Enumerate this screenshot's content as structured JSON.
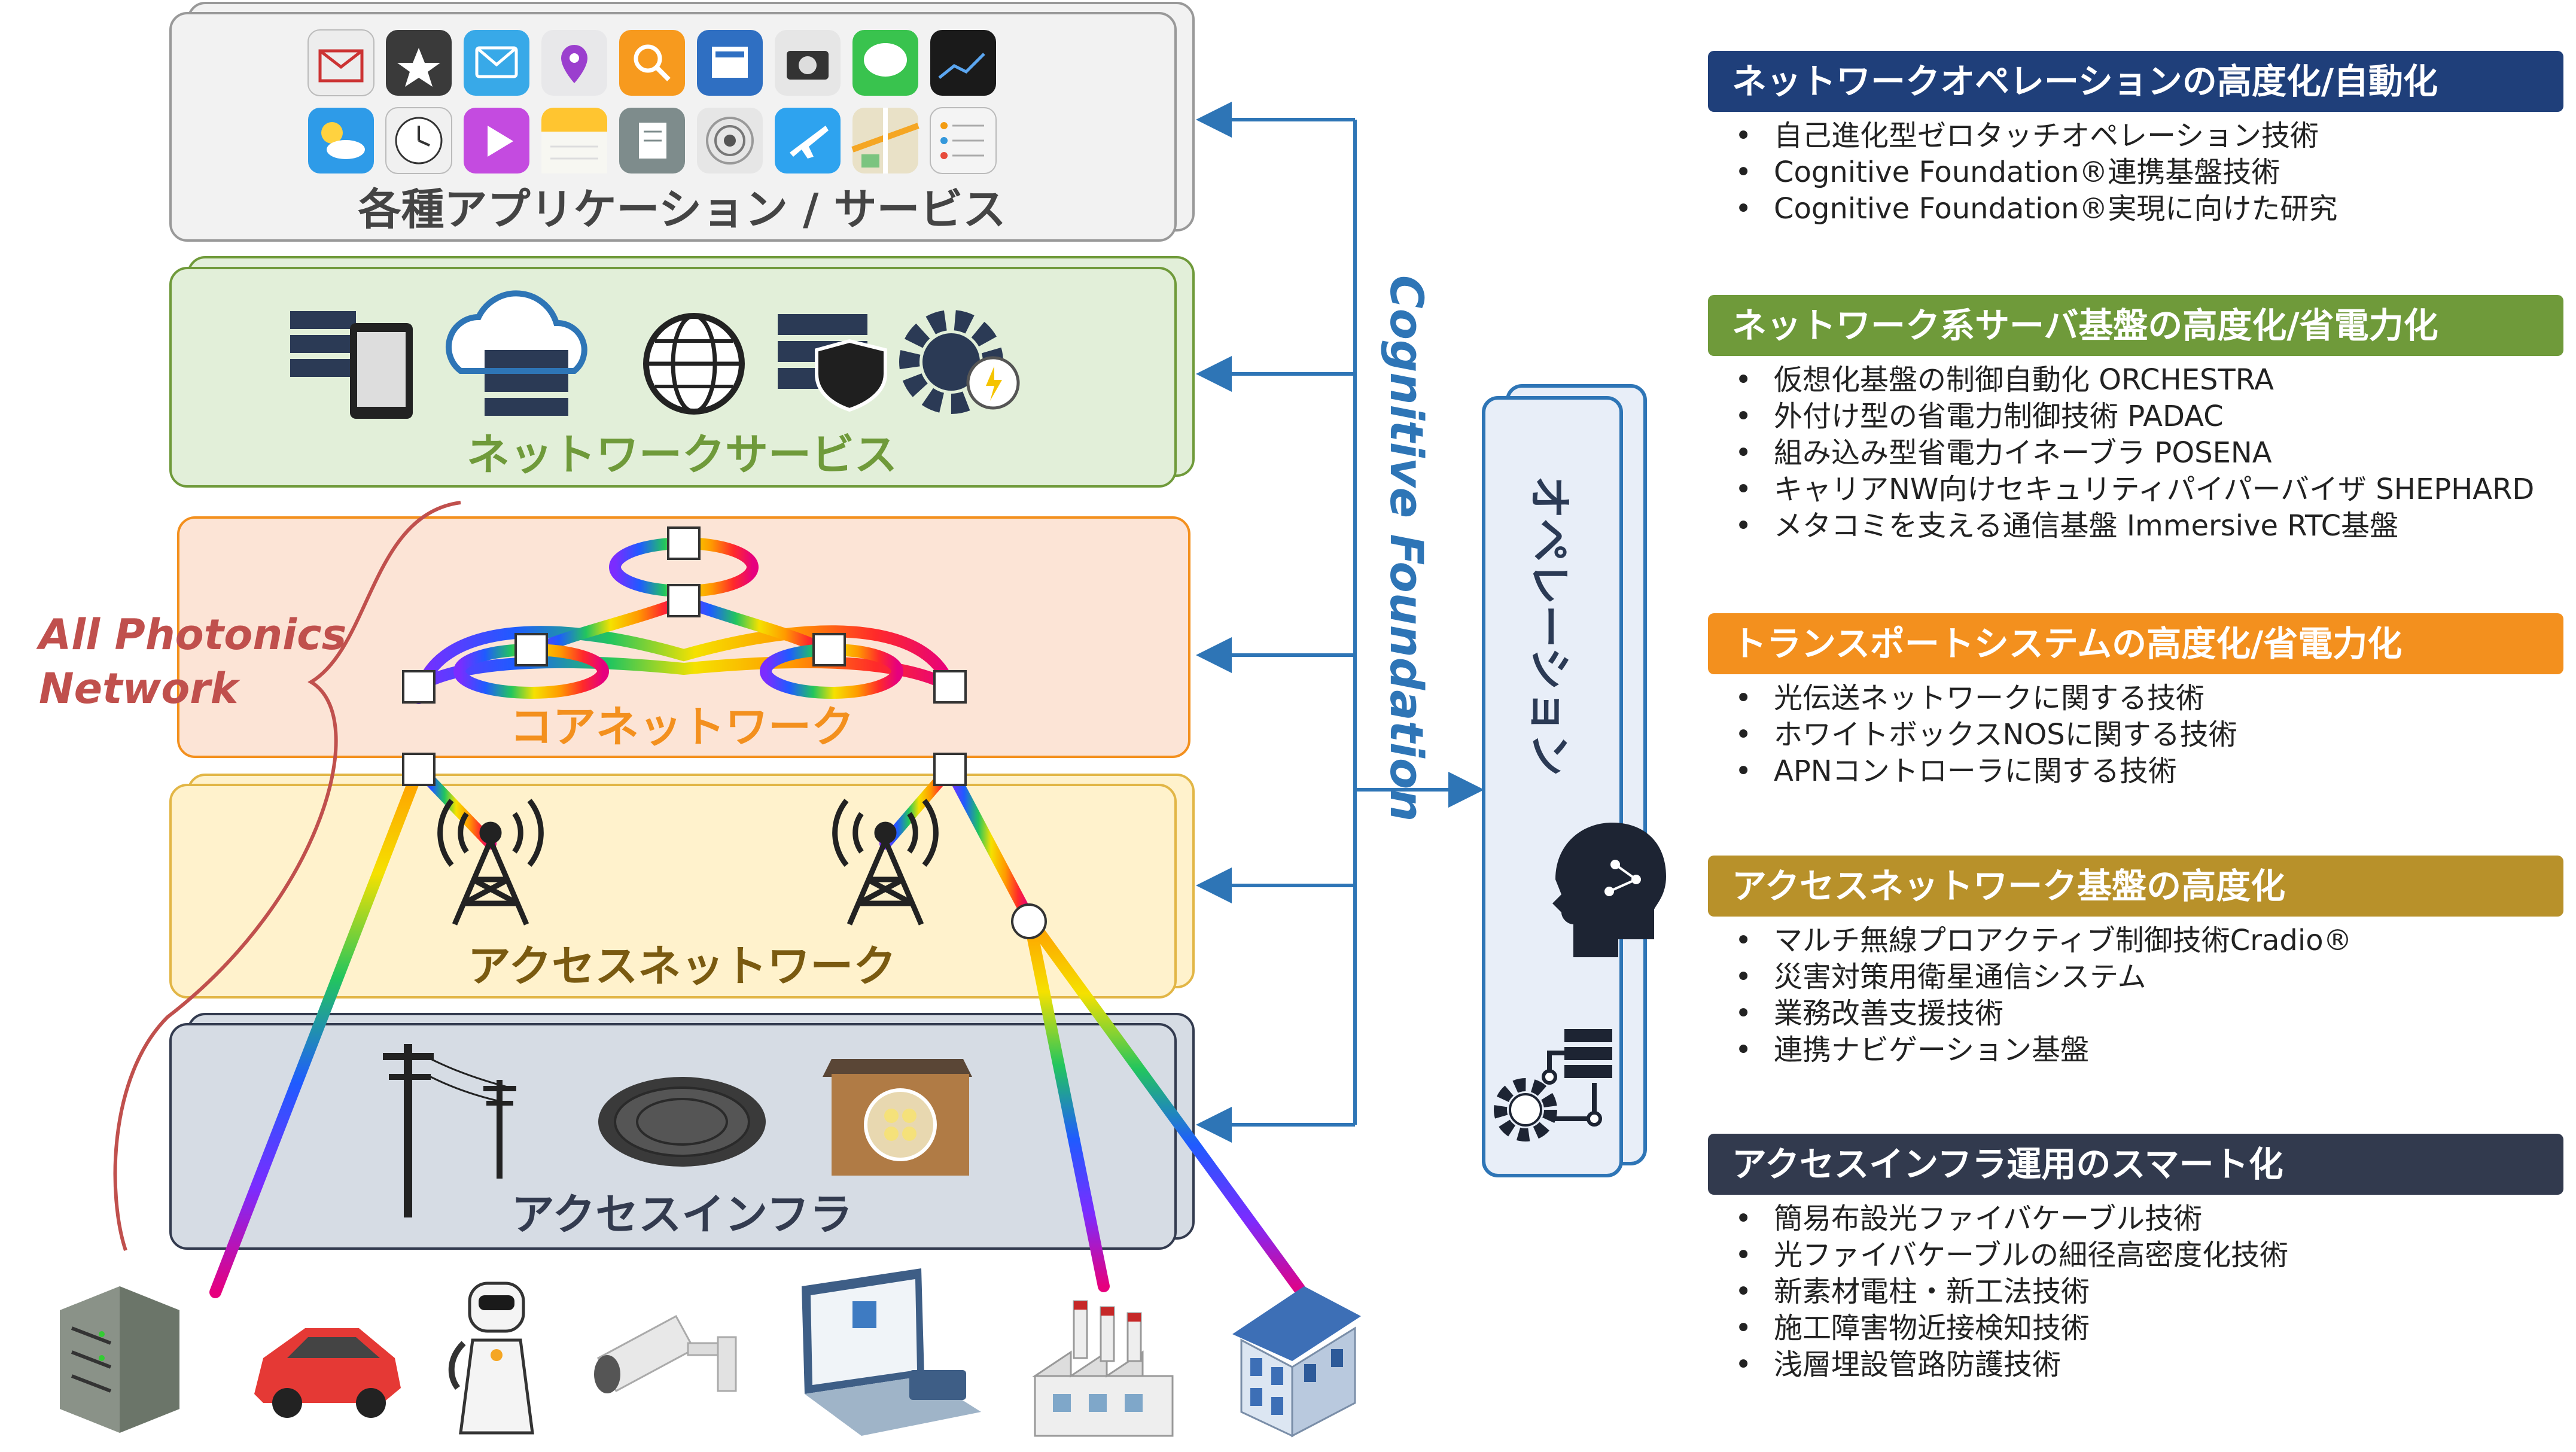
{
  "layers": {
    "applications": "各種アプリケーション / サービス",
    "network_services": "ネットワークサービス",
    "core_network": "コアネットワーク",
    "access_network": "アクセスネットワーク",
    "access_infra": "アクセスインフラ"
  },
  "side_labels": {
    "apn_line1": "All Photonics",
    "apn_line2": "Network",
    "cognitive_foundation": "Cognitive Foundation",
    "operation": "オペレーション"
  },
  "panels": [
    {
      "title": "ネットワークオペレーションの高度化/自動化",
      "color": "#1F3F7A",
      "items": [
        "自己進化型ゼロタッチオペレーション技術",
        "Cognitive Foundation®連携基盤技術",
        "Cognitive Foundation®実現に向けた研究"
      ]
    },
    {
      "title": "ネットワーク系サーバ基盤の高度化/省電力化",
      "color": "#6F9A3A",
      "items": [
        "仮想化基盤の制御自動化 ORCHESTRA",
        "外付け型の省電力制御技術 PADAC",
        "組み込み型省電力イネーブラ POSENA",
        "キャリアNW向けセキュリティパイパーバイザ SHEPHARD",
        "メタコミを支える通信基盤 Immersive RTC基盤"
      ]
    },
    {
      "title": "トランスポートシステムの高度化/省電力化",
      "color": "#F3901E",
      "items": [
        "光伝送ネットワークに関する技術",
        "ホワイトボックスNOSに関する技術",
        "APNコントローラに関する技術"
      ]
    },
    {
      "title": "アクセスネットワーク基盤の高度化",
      "color": "#B8912A",
      "items": [
        "マルチ無線プロアクティブ制御技術Cradio®",
        "災害対策用衛星通信システム",
        "業務改善支援技術",
        "連携ナビゲーション基盤"
      ]
    },
    {
      "title": "アクセスインフラ運用のスマート化",
      "color": "#323A4E",
      "items": [
        "簡易布設光ファイバケーブル技術",
        "光ファイバケーブルの細径高密度化技術",
        "新素材電柱・新工法技術",
        "施工障害物近接検知技術",
        "浅層埋設管路防護技術"
      ]
    }
  ],
  "icons": {
    "apps": [
      "mail-icon",
      "movie-icon",
      "message-icon",
      "map-pin-icon",
      "search-icon",
      "news-icon",
      "camera-icon",
      "chat-icon",
      "stocks-icon",
      "weather-icon",
      "clock-icon",
      "video-icon",
      "notes-icon",
      "document-icon",
      "podcast-icon",
      "airplane-icon",
      "maps-icon",
      "reminders-icon"
    ],
    "services": [
      "server-mobile-icon",
      "cloud-server-icon",
      "globe-network-icon",
      "server-shield-icon",
      "gear-power-icon"
    ],
    "infra": [
      "utility-pole-icon",
      "manhole-icon",
      "fiber-box-icon"
    ],
    "endpoints": [
      "datacenter-icon",
      "car-icon",
      "robot-icon",
      "camera-icon",
      "laptop-icon",
      "factory-icon",
      "building-icon"
    ]
  },
  "colors": {
    "apps_bg": "#F2F2F2",
    "services_bg": "#E2EFD9",
    "core_bg": "#FCE4D6",
    "access_bg": "#FFF2CC",
    "infra_bg": "#D6DCE4",
    "arrow_blue": "#2E75B6",
    "brace_red": "#C0504D"
  }
}
